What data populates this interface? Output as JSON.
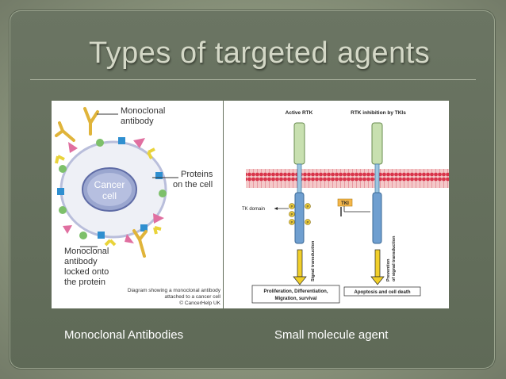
{
  "slide": {
    "title": "Types of targeted agents"
  },
  "left_figure": {
    "label_antibody": [
      "Monoclonal",
      "antibody"
    ],
    "label_cancer": [
      "Cancer",
      "cell"
    ],
    "label_proteins": [
      "Proteins",
      "on the cell"
    ],
    "label_locked": [
      "Monoclonal",
      "antibody",
      "locked onto",
      "the protein"
    ],
    "caption_lines": [
      "Diagram showing a monoclonal antibody",
      "attached to a cancer cell"
    ],
    "copyright": "© CancerHelp UK",
    "caption": "Monoclonal Antibodies"
  },
  "right_figure": {
    "label_active": "Active RTK",
    "label_inhibition": "RTK inhibition by TKIs",
    "label_tk_domain": "TK domain",
    "label_tki": "TKI",
    "label_p": "P",
    "label_signal": "Signal transduction",
    "label_prevention": [
      "Prevention",
      "of signal transduction"
    ],
    "box_left": [
      "Proliferation, Differentiation,",
      "Migration, survival"
    ],
    "box_right": "Apoptosis  and cell death",
    "caption": "Small molecule agent"
  }
}
